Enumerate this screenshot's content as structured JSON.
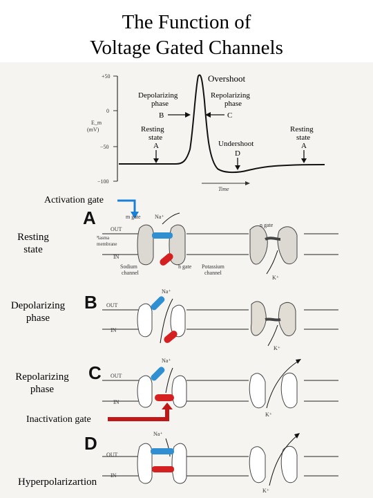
{
  "title": {
    "line1": "The Function of",
    "line2": "Voltage Gated Channels"
  },
  "graph": {
    "y_axis_label": "E_m",
    "y_axis_unit": "(mV)",
    "y_ticks": [
      "+50",
      "0",
      "−50",
      "−100"
    ],
    "x_axis_label": "Time",
    "annotations": {
      "overshoot": "Overshoot",
      "depolarizing": "Depolarizing",
      "depolarizing_2": "phase",
      "depolarizing_letter": "B",
      "repolarizing": "Repolarizing",
      "repolarizing_2": "phase",
      "repolarizing_letter": "C",
      "resting_left": "Resting",
      "resting_left_2": "state",
      "resting_left_letter": "A",
      "undershoot": "Undershoot",
      "undershoot_letter": "D",
      "resting_right": "Resting",
      "resting_right_2": "state",
      "resting_right_letter": "A"
    }
  },
  "callouts": {
    "activation_gate": "Activation gate",
    "inactivation_gate": "Inactivation gate"
  },
  "panels": [
    {
      "letter": "A",
      "state_line1": "Resting",
      "state_line2": "state"
    },
    {
      "letter": "B",
      "state_line1": "Depolarizing",
      "state_line2": "phase"
    },
    {
      "letter": "C",
      "state_line1": "Repolarizing",
      "state_line2": "phase"
    },
    {
      "letter": "D",
      "state_line1": "Hyperpolarizartion",
      "state_line2": ""
    }
  ],
  "membrane_labels": {
    "out": "OUT",
    "in": "IN",
    "plasma_membrane": "Plasma",
    "plasma_membrane_2": "membrane",
    "m_gate": "m gate",
    "h_gate": "h gate",
    "n_gate": "n gate",
    "na": "Na⁺",
    "k": "K⁺",
    "sodium_channel": "Sodium",
    "sodium_channel_2": "channel",
    "potassium_channel": "Potassium",
    "potassium_channel_2": "channel"
  },
  "colors": {
    "activation_gate": "#2f8fd0",
    "inactivation_gate": "#d42020",
    "callout_blue": "#1a7fd6",
    "callout_red": "#c01818",
    "channel_fill": "#dcd8d2"
  }
}
